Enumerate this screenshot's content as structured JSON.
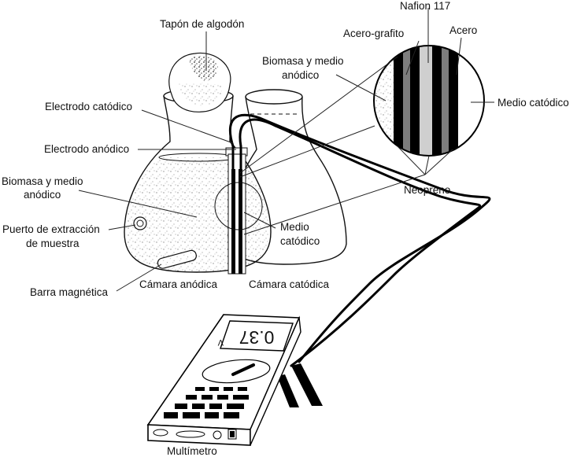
{
  "diagram": {
    "labels": {
      "cotton_plug": "Tapón de algodón",
      "cathode_electrode": "Electrodo catódico",
      "anode_electrode": "Electrodo anódico",
      "biomass_left_1": "Biomasa y medio",
      "biomass_left_2": "anódico",
      "sampling_port_1": "Puerto de extracción",
      "sampling_port_2": "de muestra",
      "stir_bar": "Barra magnética",
      "anode_chamber": "Cámara anódica",
      "cathode_chamber": "Cámara catódica",
      "cathodic_medium_1": "Medio",
      "cathodic_medium_2": "catódico",
      "biomass_right_1": "Biomasa y medio",
      "biomass_right_2": "anódico",
      "nafion": "Nafion 117",
      "steel_graphite": "Acero-grafito",
      "steel": "Acero",
      "cathodic_medium_right": "Medio catódico",
      "neoprene": "Neopreno",
      "multimeter": "Multímetro",
      "display_reading": "0.37",
      "display_unit": "V"
    },
    "colors": {
      "line": "#000000",
      "stipple": "#9a9a9a",
      "membrane_gray": "#808080",
      "nafion_light": "#c8c8c8"
    }
  }
}
